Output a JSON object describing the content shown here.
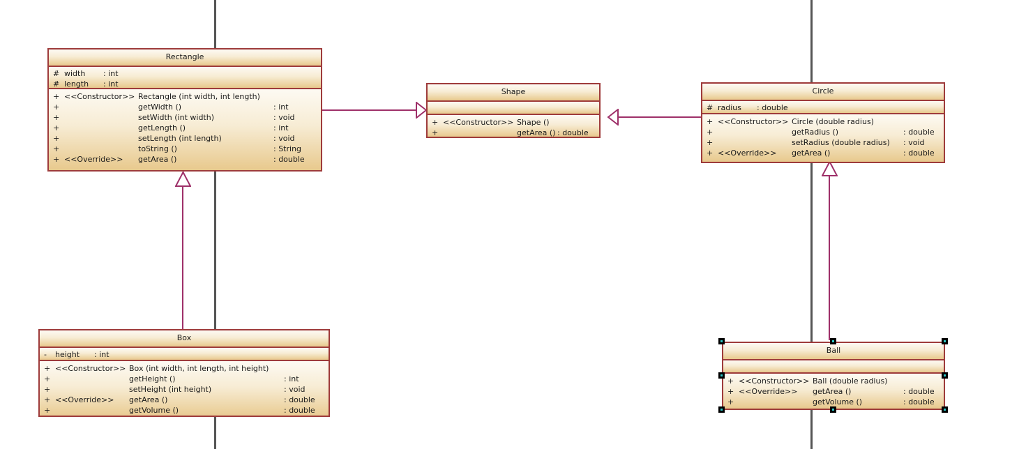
{
  "diagram": {
    "type": "uml-class-diagram",
    "background": "#ffffff",
    "class_border_color": "#9e3b3b",
    "class_fill_top": "#fdfaf3",
    "class_fill_bottom": "#e8c98d",
    "connector_color": "#9e3069",
    "page_guide_color": "#555555",
    "selection_handle_color": "#000000",
    "page_guides": [
      308,
      1163
    ]
  },
  "classes": {
    "rectangle": {
      "name": "Rectangle",
      "attributes": [
        {
          "vis": "#",
          "name": "width",
          "type": ": int"
        },
        {
          "vis": "#",
          "name": "length",
          "type": ": int"
        }
      ],
      "operations": [
        {
          "vis": "+",
          "stereotype": "<<Constructor>>",
          "signature": "Rectangle (int width, int length)",
          "ret": ""
        },
        {
          "vis": "+",
          "stereotype": "",
          "signature": "getWidth ()",
          "ret": ": int"
        },
        {
          "vis": "+",
          "stereotype": "",
          "signature": "setWidth (int width)",
          "ret": ": void"
        },
        {
          "vis": "+",
          "stereotype": "",
          "signature": "getLength ()",
          "ret": ": int"
        },
        {
          "vis": "+",
          "stereotype": "",
          "signature": "setLength (int length)",
          "ret": ": void"
        },
        {
          "vis": "+",
          "stereotype": "",
          "signature": "toString ()",
          "ret": ": String"
        },
        {
          "vis": "+",
          "stereotype": "<<Override>>",
          "signature": "getArea ()",
          "ret": ": double"
        }
      ]
    },
    "shape": {
      "name": "Shape",
      "attributes": [],
      "operations": [
        {
          "vis": "+",
          "stereotype": "<<Constructor>>",
          "signature": "Shape ()",
          "ret": ""
        },
        {
          "vis": "+",
          "stereotype": "",
          "signature": "getArea ()",
          "ret": ": double"
        }
      ]
    },
    "circle": {
      "name": "Circle",
      "attributes": [
        {
          "vis": "#",
          "name": "radius",
          "type": ": double"
        }
      ],
      "operations": [
        {
          "vis": "+",
          "stereotype": "<<Constructor>>",
          "signature": "Circle (double radius)",
          "ret": ""
        },
        {
          "vis": "+",
          "stereotype": "",
          "signature": "getRadius ()",
          "ret": ": double"
        },
        {
          "vis": "+",
          "stereotype": "",
          "signature": "setRadius (double radius)",
          "ret": ": void"
        },
        {
          "vis": "+",
          "stereotype": "<<Override>>",
          "signature": "getArea ()",
          "ret": ": double"
        }
      ]
    },
    "box": {
      "name": "Box",
      "attributes": [
        {
          "vis": "-",
          "name": "height",
          "type": ": int"
        }
      ],
      "operations": [
        {
          "vis": "+",
          "stereotype": "<<Constructor>>",
          "signature": "Box (int width, int length, int height)",
          "ret": ""
        },
        {
          "vis": "+",
          "stereotype": "",
          "signature": "getHeight ()",
          "ret": ": int"
        },
        {
          "vis": "+",
          "stereotype": "",
          "signature": "setHeight (int height)",
          "ret": ": void"
        },
        {
          "vis": "+",
          "stereotype": "<<Override>>",
          "signature": "getArea ()",
          "ret": ": double"
        },
        {
          "vis": "+",
          "stereotype": "",
          "signature": "getVolume ()",
          "ret": ": double"
        }
      ]
    },
    "ball": {
      "name": "Ball",
      "selected": true,
      "attributes": [],
      "operations": [
        {
          "vis": "+",
          "stereotype": "<<Constructor>>",
          "signature": "Ball (double radius)",
          "ret": ""
        },
        {
          "vis": "+",
          "stereotype": "<<Override>>",
          "signature": "getArea ()",
          "ret": ": double"
        },
        {
          "vis": "+",
          "stereotype": "",
          "signature": "getVolume ()",
          "ret": ": double"
        }
      ]
    }
  },
  "relationships": [
    {
      "id": "rect-shape",
      "kind": "generalization",
      "from": "Rectangle",
      "to": "Shape"
    },
    {
      "id": "circle-shape",
      "kind": "generalization",
      "from": "Circle",
      "to": "Shape"
    },
    {
      "id": "box-rect",
      "kind": "generalization",
      "from": "Box",
      "to": "Rectangle"
    },
    {
      "id": "ball-circle",
      "kind": "generalization",
      "from": "Ball",
      "to": "Circle"
    }
  ]
}
